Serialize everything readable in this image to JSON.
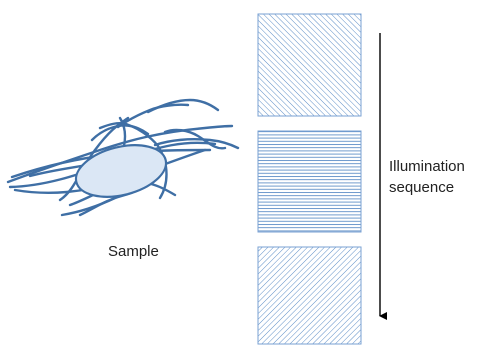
{
  "labels": {
    "sample": "Sample",
    "illumination_line1": "Illumination",
    "illumination_line2": "sequence"
  },
  "colors": {
    "pattern_stroke": "#5f8fc7",
    "cell_fill": "#dbe7f5",
    "fiber_stroke": "#3f6fa5",
    "arrow": "#000000",
    "text": "#222222"
  },
  "patterns": [
    {
      "name": "diagonal-right",
      "angle_deg": 45
    },
    {
      "name": "horizontal",
      "angle_deg": 0
    },
    {
      "name": "diagonal-left",
      "angle_deg": -45
    }
  ]
}
